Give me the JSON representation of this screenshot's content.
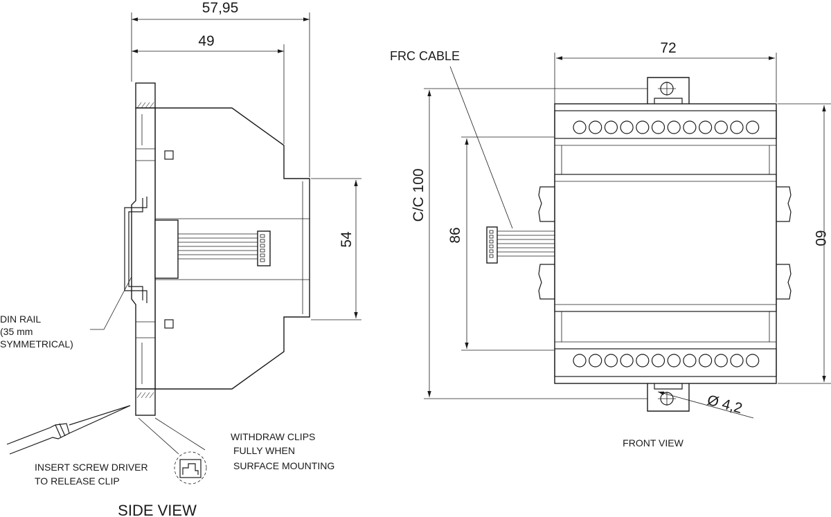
{
  "dimensions": {
    "overall_depth": "57,95",
    "body_depth": "49",
    "front_height": "54",
    "width": "72",
    "height": "60",
    "mount_inner": "86",
    "mount_cc": "C/C 100",
    "hole_diameter": "Ø 4,2"
  },
  "labels": {
    "frc_cable": "FRC CABLE",
    "din_rail_1": "DIN RAIL",
    "din_rail_2": "(35 mm",
    "din_rail_3": "SYMMETRICAL)",
    "screw_1": "INSERT SCREW DRIVER",
    "screw_2": "TO RELEASE CLIP",
    "withdraw_1": "WITHDRAW CLIPS",
    "withdraw_2": "FULLY WHEN",
    "withdraw_3": "SURFACE MOUNTING"
  },
  "views": {
    "side": "SIDE VIEW",
    "front": "FRONT VIEW"
  },
  "terminals": {
    "top_count": 12,
    "bottom_count": 12
  }
}
